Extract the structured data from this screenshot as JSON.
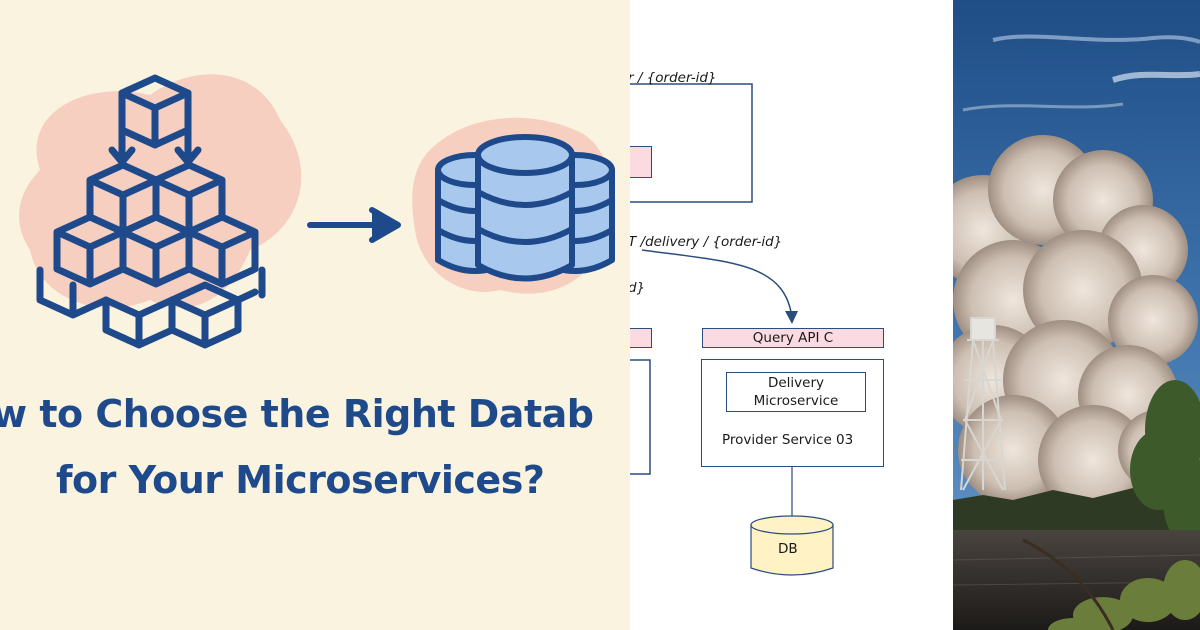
{
  "banner": {
    "title_line_1": "w to Choose the Right Datab",
    "title_line_2": "for Your Microservices?",
    "colors": {
      "background": "#faf3e0",
      "accent_blob": "#f7cfc0",
      "icon_stroke": "#1e4a8c",
      "database_fill": "#a8c8ee",
      "title": "#1e4a8c"
    },
    "icons": [
      "cube-cluster-icon",
      "arrow-right-icon",
      "database-stack-icon"
    ]
  },
  "diagram": {
    "route_top": "r / {order-id}",
    "route_delivery": "T /delivery / {order-id}",
    "route_fragment": "d}",
    "query_api_label": "Query API C",
    "service_box_label": "Delivery\nMicroservice",
    "service_line_1": "Delivery",
    "service_line_2": "Microservice",
    "provider_label": "Provider Service 03",
    "db_label": "DB",
    "colors": {
      "box_border": "#2b4d7e",
      "api_fill": "#fbdbe1",
      "db_fill": "#fff2c4"
    }
  },
  "photo": {
    "subject": "rocket launch smoke cloud",
    "colors": {
      "sky_top": "#1f4d86",
      "sky_bottom": "#6a9ccc",
      "smoke": "#d8cfc7",
      "water": "#2e2a26"
    }
  }
}
